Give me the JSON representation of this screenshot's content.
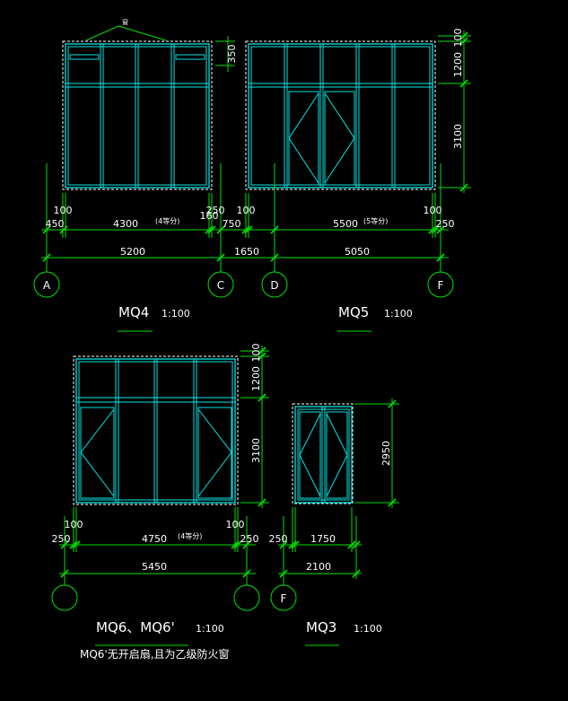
{
  "mq4": {
    "title": "MQ4",
    "scale": "1:100",
    "dims": {
      "d100a": "100",
      "d250": "250",
      "d160": "160",
      "d450": "450",
      "d4300": "4300",
      "d4300_note": "(4等分)",
      "d5200": "5200",
      "v350": "350"
    },
    "axes": [
      "A",
      "C"
    ]
  },
  "mid": {
    "d750": "750",
    "d1650": "1650"
  },
  "mq5": {
    "title": "MQ5",
    "scale": "1:100",
    "dims": {
      "d100a": "100",
      "d5500": "5500",
      "d5500_note": "(5等分)",
      "d100b": "100",
      "d250": "250",
      "d5050": "5050",
      "v100": "100",
      "v1200": "1200",
      "v3100": "3100"
    },
    "axes": [
      "D",
      "F"
    ]
  },
  "mq6": {
    "title": "MQ6、MQ6'",
    "scale": "1:100",
    "note": "MQ6'无开启扇,且为乙级防火窗",
    "dims": {
      "d100a": "100",
      "d250a": "250",
      "d4750": "4750",
      "d4750_note": "(4等分)",
      "d100b": "100",
      "d250b": "250",
      "d5450": "5450",
      "v100": "100",
      "v1200": "1200",
      "v3100": "3100"
    },
    "axes": [
      "",
      ""
    ]
  },
  "mq3": {
    "title": "MQ3",
    "scale": "1:100",
    "dims": {
      "d250": "250",
      "d1750": "1750",
      "d2100": "2100",
      "v2950": "2950"
    },
    "axes": [
      "F"
    ]
  },
  "leader_label": "窗"
}
